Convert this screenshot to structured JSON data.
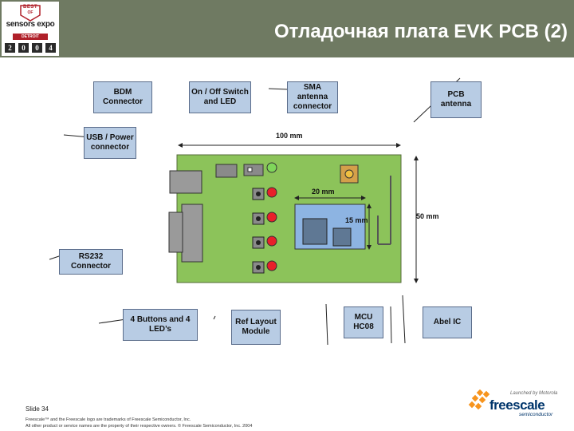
{
  "header": {
    "title": "Отладочная плата EVK PCB (2)",
    "logo": {
      "best": "BEST",
      "of": "OF",
      "brand": "sensors expo",
      "city": "DETROIT",
      "year_digits": [
        "2",
        "0",
        "0",
        "4"
      ]
    }
  },
  "callouts": {
    "bdm": "BDM Connector",
    "onoff": "On / Off Switch and LED",
    "sma": "SMA antenna connector",
    "pcb_antenna": "PCB antenna",
    "usb": "USB / Power connector",
    "rs232": "RS232 Connector",
    "buttons": "4 Buttons and 4 LED’s",
    "ref": "Ref Layout Module",
    "mcu": "MCU HC08",
    "abel": "Abel IC"
  },
  "dimensions": {
    "width": "100 mm",
    "height": "50 mm",
    "module_width": "20 mm",
    "module_height": "15 mm"
  },
  "footer": {
    "slide": "Slide 34",
    "trademark_1": "Freescale™ and the Freescale logo are trademarks of Freescale Semiconductor, Inc.",
    "trademark_2": "All other product or service names are the property of their respective owners. © Freescale Semiconductor, Inc. 2004",
    "launched": "Launched by Motorola",
    "brand": "freescale",
    "brand_sub": "semiconductor"
  },
  "colors": {
    "header_bg": "#6f7a62",
    "board_green": "#8cc35a",
    "callout_fill": "#b8cce4",
    "module_blue": "#8db4e2",
    "led_red": "#e8202a",
    "led_green": "#7fd65a",
    "brand_orange": "#f7941d"
  },
  "icons": [
    "sensors-expo-badge-icon",
    "freescale-logo-icon"
  ]
}
